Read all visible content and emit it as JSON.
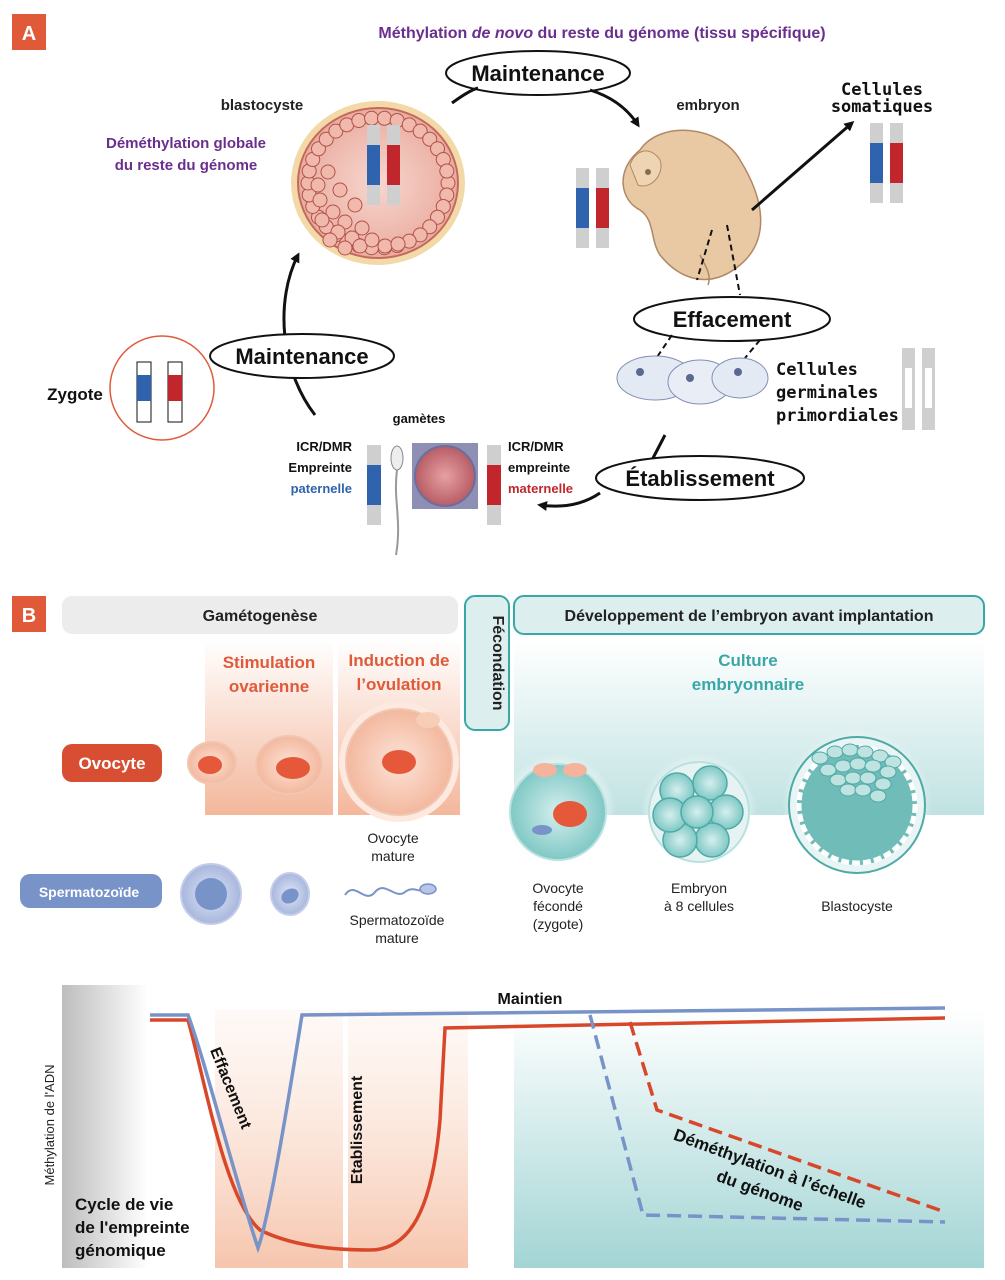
{
  "panel_a": {
    "badge": "A",
    "header_pre": "Méthylation ",
    "header_italic": "de novo",
    "header_post": " du reste du génome  (tissu spécifique)",
    "blastocyste_label": "blastocyste",
    "demethylation_line1": "Déméthylation globale",
    "demethylation_line2": "du reste du génome",
    "maintenance_top": "Maintenance",
    "embryon_label": "embryon",
    "somatic_line1": "Cellules",
    "somatic_line2": "somatiques",
    "effacement": "Effacement",
    "germinal_line1": "Cellules",
    "germinal_line2": "germinales",
    "germinal_line3": "primordiales",
    "maintenance_left": "Maintenance",
    "zygote_label": "Zygote",
    "gametes_label": "gamètes",
    "paternal_line1": "ICR/DMR",
    "paternal_line2": "Empreinte",
    "paternal_line3": "paternelle",
    "maternal_line1": "ICR/DMR",
    "maternal_line2": "empreinte",
    "maternal_line3": "maternelle",
    "etablissement": "Établissement"
  },
  "panel_b": {
    "badge": "B",
    "gametogenese": "Gamétogenèse",
    "fecondation": "Fécondation",
    "developpement": "Développement de l’embryon avant implantation",
    "stimulation_line1": "Stimulation",
    "stimulation_line2": "ovarienne",
    "induction_line1": "Induction de",
    "induction_line2": "l’ovulation",
    "culture_line1": "Culture",
    "culture_line2": "embryonnaire",
    "ovocyte_pill": "Ovocyte",
    "spermatozoide_pill": "Spermatozoïde",
    "ovocyte_mature_line1": "Ovocyte",
    "ovocyte_mature_line2": "mature",
    "spermatozoide_mature_line1": "Spermatozoïde",
    "spermatozoide_mature_line2": "mature",
    "zygote_line1": "Ovocyte",
    "zygote_line2": "fécondé",
    "zygote_line3": "(zygote)",
    "embryon8_line1": "Embryon",
    "embryon8_line2": "à 8 cellules",
    "blastocyste": "Blastocyste"
  },
  "chart": {
    "ylabel": "Méthylation de l'ADN",
    "maintien": "Maintien",
    "effacement": "Effacement",
    "etablissement": "Etablissement",
    "demethylation_line1": "Déméthylation à l’échelle",
    "demethylation_line2": "du génome",
    "cycle_line1": "Cycle de vie",
    "cycle_line2": "de l'empreinte",
    "cycle_line3": "génomique"
  },
  "colors": {
    "paternal_blue": "#2f63ad",
    "maternal_red": "#c0262c",
    "purple": "#6a2f8e",
    "orange": "#e05a3a",
    "teal": "#3aa7a7",
    "chart_blue": "#7793c8",
    "chart_red": "#d9472b"
  }
}
